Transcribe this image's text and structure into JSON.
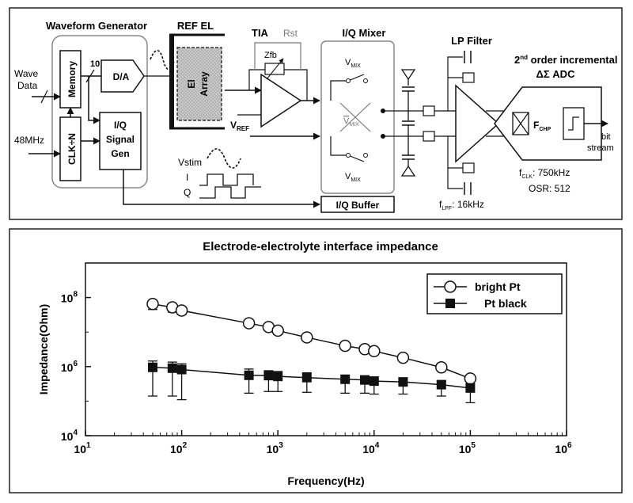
{
  "block_diagram": {
    "waveform_generator": {
      "title": "Waveform Generator",
      "memory": "Memory",
      "bus_width": "10",
      "da": "D/A",
      "clk": "CLK÷N",
      "iq_gen_1": "I/Q",
      "iq_gen_2": "Signal",
      "iq_gen_3": "Gen"
    },
    "inputs": {
      "wave_1": "Wave",
      "wave_2": "Data",
      "clock": "48MHz"
    },
    "ref_el": {
      "title": "REF EL",
      "array_1": "El",
      "array_2": "Array"
    },
    "tia": {
      "title": "TIA",
      "rst": "Rst",
      "zfb": "Zfb",
      "vref": "V",
      "vref_sub": "REF"
    },
    "stim": {
      "vstim": "Vstim",
      "i": "I",
      "q": "Q"
    },
    "mixer": {
      "title": "I/Q Mixer",
      "vmix_top": "V",
      "vmix_mid": "V",
      "vmix_bot": "V",
      "vmix_sub": "MIX"
    },
    "iq_buffer": "I/Q Buffer",
    "lp_filter": {
      "title": "LP Filter",
      "flpf": "f",
      "flpf_sub": "LPF",
      "flpf_val": ": 16kHz"
    },
    "adc": {
      "title_order": "2",
      "title_sup": "nd",
      "title_rest": " order incremental",
      "title_2": "ΔΣ ADC",
      "fchp": "F",
      "fchp_sub": "CHP",
      "fclk": "f",
      "fclk_sub": "CLK",
      "fclk_val": ": 750kHz",
      "osr": "OSR: 512"
    },
    "output": {
      "line1": "bit",
      "line2": "stream"
    }
  },
  "chart_data": {
    "type": "scatter",
    "title": "Electrode-electrolyte interface impedance",
    "xlabel": "Frequency(Hz)",
    "ylabel": "Impedance(Ohm)",
    "x_scale": "log",
    "y_scale": "log",
    "xlim": [
      10,
      1000000
    ],
    "ylim": [
      10000,
      1000000000
    ],
    "x_ticks": [
      {
        "base": "10",
        "exp": "1",
        "v": 10
      },
      {
        "base": "10",
        "exp": "2",
        "v": 100
      },
      {
        "base": "10",
        "exp": "3",
        "v": 1000
      },
      {
        "base": "10",
        "exp": "4",
        "v": 10000
      },
      {
        "base": "10",
        "exp": "5",
        "v": 100000
      },
      {
        "base": "10",
        "exp": "6",
        "v": 1000000
      }
    ],
    "y_ticks": [
      {
        "base": "10",
        "exp": "4",
        "v": 10000
      },
      {
        "base": "10",
        "exp": "6",
        "v": 1000000
      },
      {
        "base": "10",
        "exp": "8",
        "v": 100000000
      }
    ],
    "legend_position": "top-right",
    "series": [
      {
        "name": "bright Pt",
        "marker": "open-circle",
        "x": [
          50,
          80,
          100,
          500,
          800,
          1000,
          2000,
          5000,
          8000,
          10000,
          20000,
          50000,
          100000
        ],
        "y": [
          65000000,
          52000000,
          42000000,
          18000000,
          14000000,
          11000000,
          7000000,
          4000000,
          3200000,
          2800000,
          1800000,
          950000,
          450000
        ],
        "err_low": [
          45000000,
          38000000,
          32000000,
          15000000,
          11500000,
          8500000,
          6200000,
          3500000,
          2800000,
          2400000,
          1600000,
          880000,
          400000
        ]
      },
      {
        "name": "Pt black",
        "marker": "filled-square",
        "x": [
          50,
          80,
          100,
          500,
          800,
          1000,
          2000,
          5000,
          8000,
          10000,
          20000,
          50000,
          100000
        ],
        "y": [
          950000,
          900000,
          820000,
          560000,
          550000,
          520000,
          480000,
          430000,
          410000,
          380000,
          360000,
          300000,
          240000
        ],
        "err_high": [
          1450000,
          1350000,
          1200000,
          850000,
          760000,
          720000,
          660000,
          560000,
          540000,
          500000,
          450000,
          380000,
          320000
        ],
        "err_low": [
          140000,
          140000,
          110000,
          170000,
          190000,
          190000,
          180000,
          170000,
          170000,
          160000,
          160000,
          140000,
          90000
        ]
      }
    ]
  }
}
